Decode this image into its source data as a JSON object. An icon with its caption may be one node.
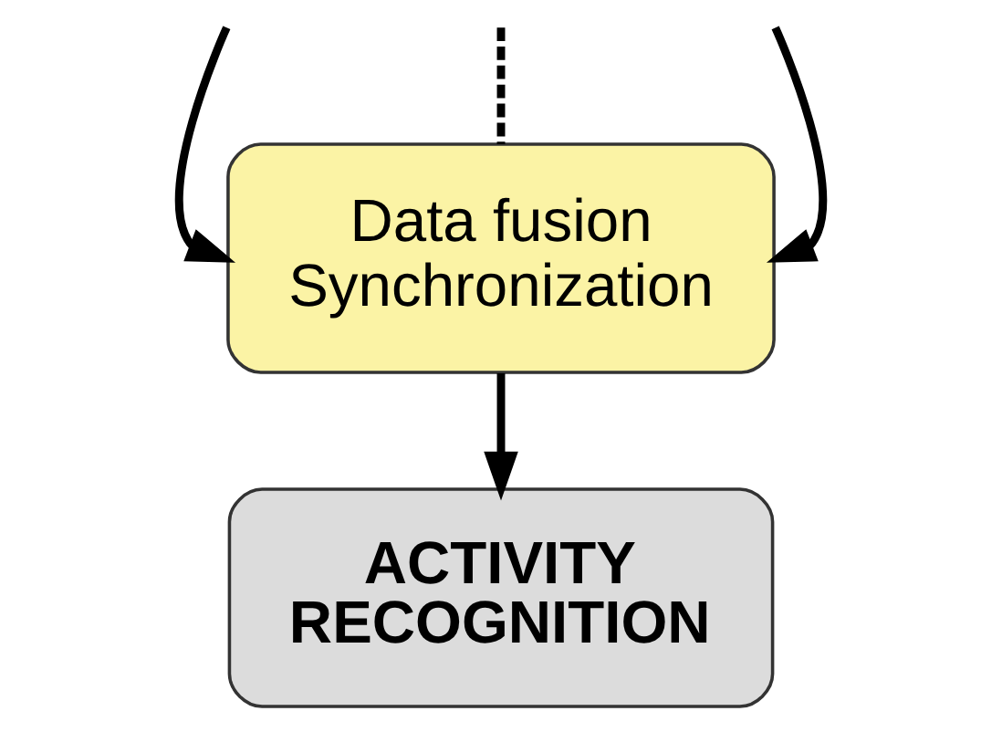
{
  "diagram": {
    "nodes": [
      {
        "text": [
          "Data fusion Synchronization"
        ]
      },
      {
        "text": [
          "ACTIVITY RECOGNITION"
        ]
      }
    ],
    "edges": [
      {
        "from": null,
        "to": 0,
        "arrow": "to"
      },
      {
        "from": null,
        "to": 0,
        "arrow": "to"
      },
      {
        "from": null,
        "to": 0,
        "arrow": "none",
        "style": "dashed"
      },
      {
        "from": 0,
        "to": 1,
        "arrow": "to"
      }
    ]
  }
}
